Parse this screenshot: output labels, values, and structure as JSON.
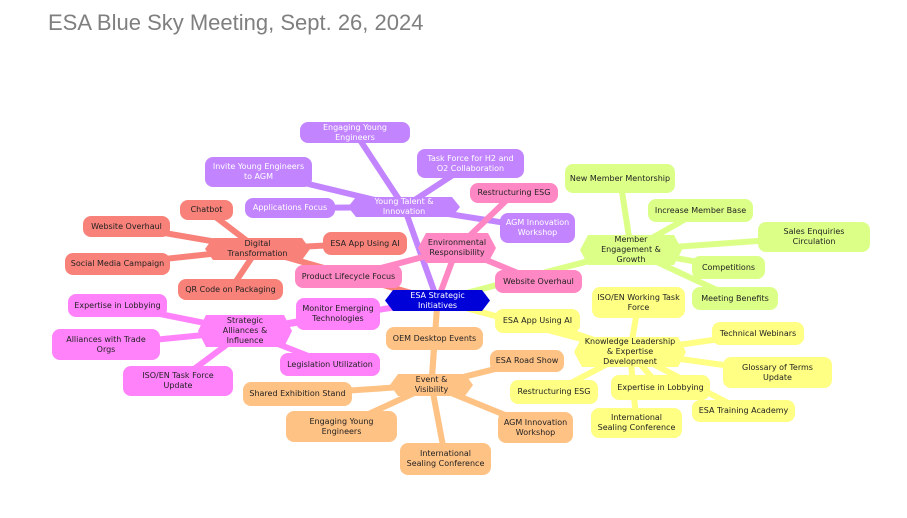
{
  "title": "ESA Blue Sky Meeting, Sept. 26, 2024",
  "root": {
    "label": "ESA Strategic Initiatives",
    "color": "#0000d8",
    "text_color": "#ffffff"
  },
  "branches": [
    {
      "label": "Young Talent & Innovation",
      "color": "#c285ff",
      "text_color": "#ffffff",
      "children": [
        "Engaging Young Engineers",
        "Invite Young Engineers to AGM",
        "Applications Focus",
        "Task Force for H2 and O2 Collaboration",
        "AGM Innovation Workshop"
      ]
    },
    {
      "label": "Environmental Responsibility",
      "color": "#ff88c4",
      "text_color": "#222222",
      "children": [
        "Restructuring ESG",
        "Product Lifecycle Focus",
        "Website Overhaul"
      ]
    },
    {
      "label": "Digital Transformation",
      "color": "#f8827a",
      "text_color": "#222222",
      "children": [
        "Chatbot",
        "Website Overhaul",
        "Social Media Campaign",
        "QR Code on Packaging",
        "ESA App Using AI"
      ]
    },
    {
      "label": "Member Engagement & Growth",
      "color": "#dcff88",
      "text_color": "#222222",
      "children": [
        "New Member Mentorship",
        "Increase Member Base",
        "Sales Enquiries Circulation",
        "Competitions",
        "Meeting Benefits"
      ]
    },
    {
      "label": "Strategic Alliances & Influence",
      "color": "#ff82fb",
      "text_color": "#222222",
      "children": [
        "Expertise in Lobbying",
        "Alliances with Trade Orgs",
        "ISO/EN Task Force Update",
        "Monitor Emerging Technologies",
        "Legislation Utilization"
      ]
    },
    {
      "label": "Event & Visibility",
      "color": "#ffc285",
      "text_color": "#222222",
      "children": [
        "OEM Desktop Events",
        "ESA Road Show",
        "Shared Exhibition Stand",
        "Engaging Young Engineers",
        "AGM Innovation Workshop",
        "International Sealing Conference"
      ]
    },
    {
      "label": "Knowledge Leadership & Expertise Development",
      "color": "#ffff84",
      "text_color": "#222222",
      "children": [
        "ISO/EN Working Task Force",
        "ESA App Using AI",
        "Technical Webinars",
        "Glossary of Terms Update",
        "Restructuring ESG",
        "Expertise in Lobbying",
        "ESA Training Academy",
        "International Sealing Conference"
      ]
    }
  ]
}
